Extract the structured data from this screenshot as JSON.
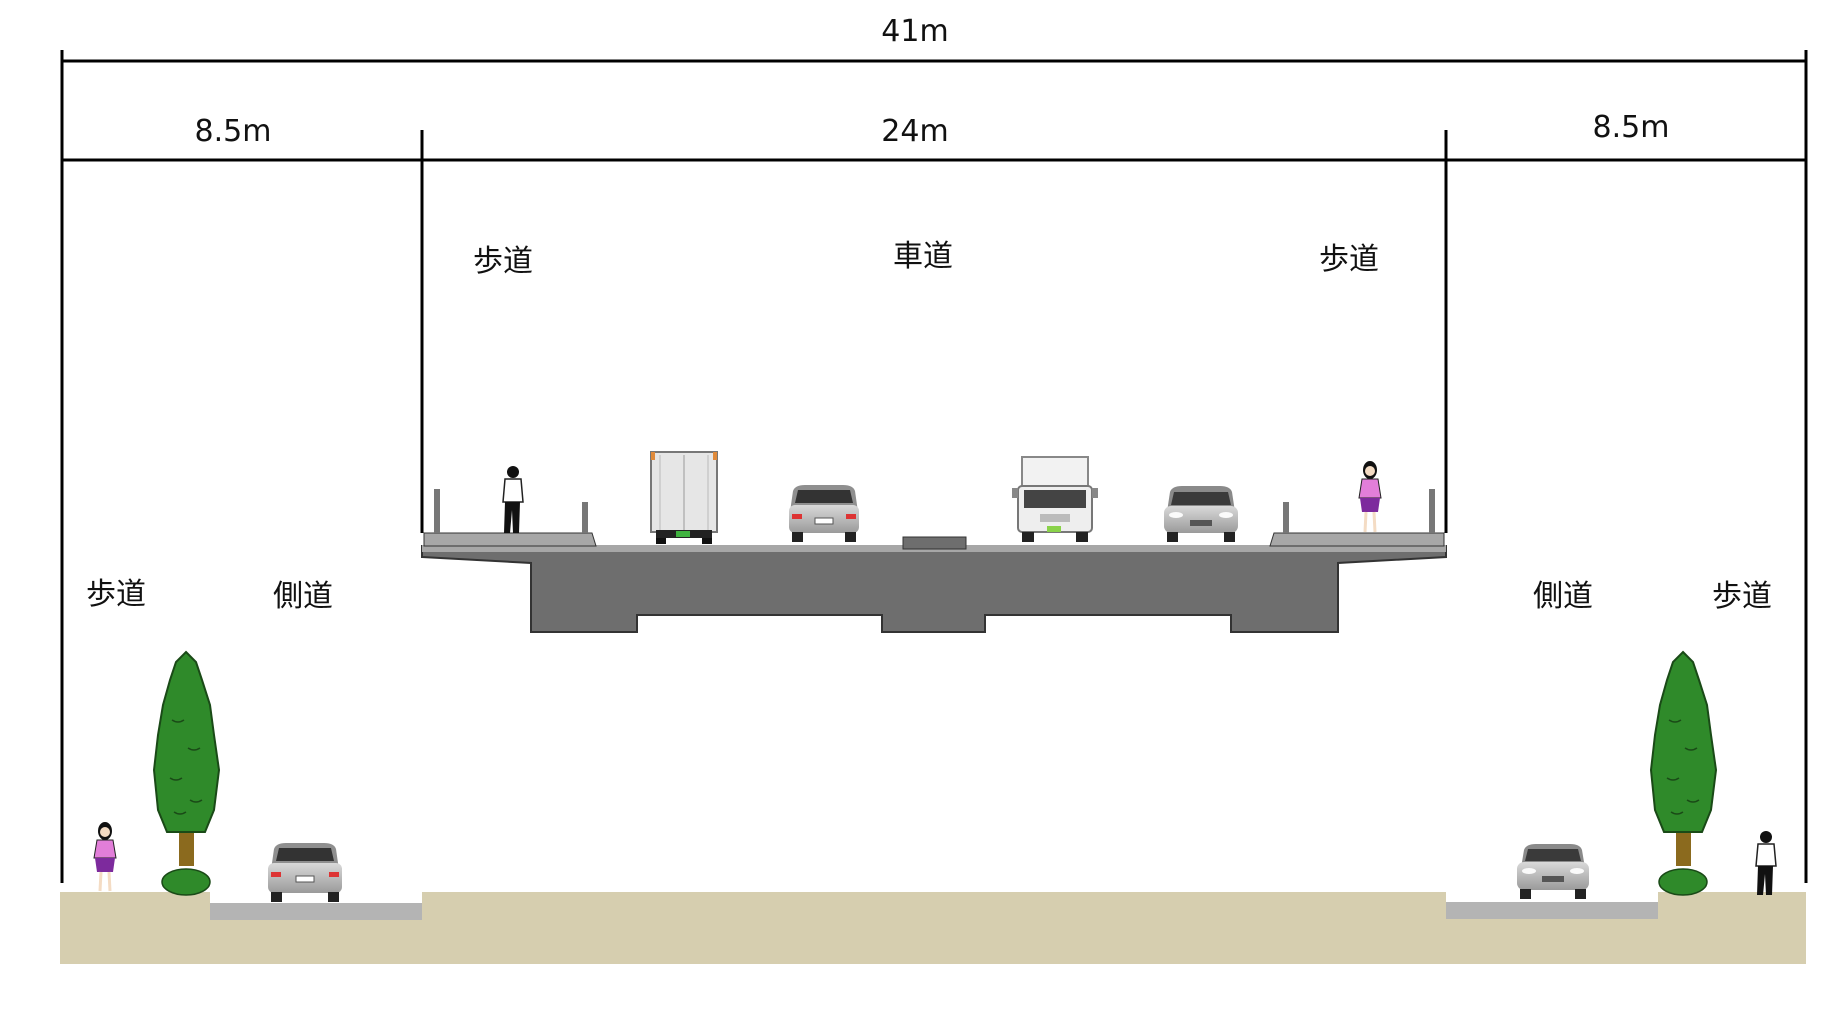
{
  "dimensions": {
    "total": "41m",
    "left_side": "8.5m",
    "center": "24m",
    "right_side": "8.5m"
  },
  "labels": {
    "elevated_sidewalk_left": "歩道",
    "elevated_roadway": "車道",
    "elevated_sidewalk_right": "歩道",
    "ground_sidewalk_left": "歩道",
    "ground_frontage_left": "側道",
    "ground_frontage_right": "側道",
    "ground_sidewalk_right": "歩道"
  },
  "colors": {
    "ground": "#d6ceaf",
    "concrete": "#6e6e6e",
    "deck_surface": "#a7a7a7",
    "frontage_road": "#b4b4b4",
    "tree_foliage": "#2f8a2a",
    "tree_trunk": "#8b6a1e",
    "line": "#000000"
  }
}
